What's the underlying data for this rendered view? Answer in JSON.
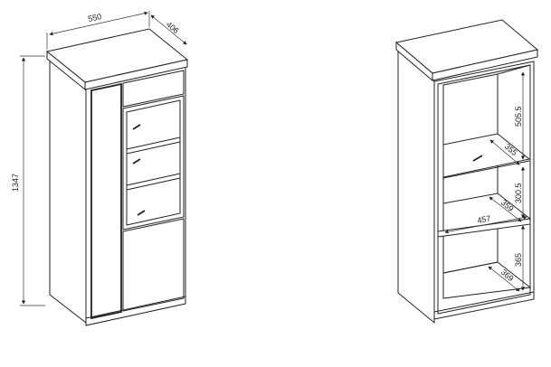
{
  "left_view": {
    "width_label": "550",
    "depth_label": "406",
    "height_label": "1347"
  },
  "right_view": {
    "top_compartment_height": "505.5",
    "top_shelf_depth": "355",
    "middle_compartment_height": "300.5",
    "middle_shelf_depth": "359",
    "inner_width": "457",
    "bottom_compartment_height": "365",
    "bottom_depth": "369"
  }
}
